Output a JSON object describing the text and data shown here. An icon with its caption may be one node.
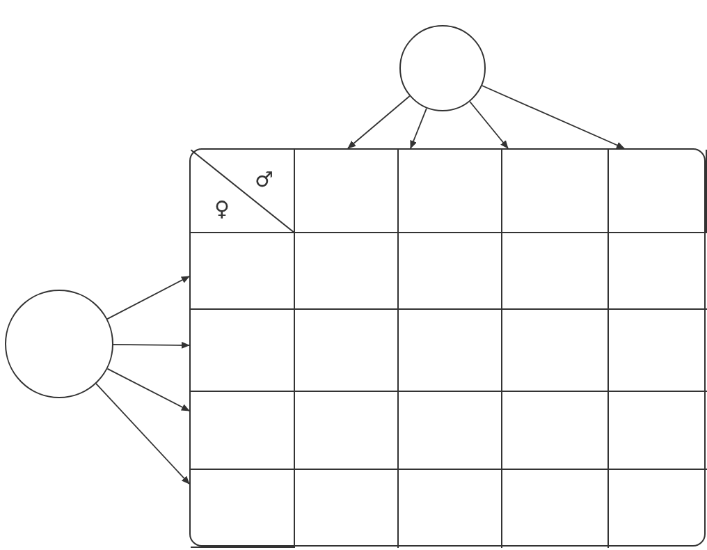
{
  "diagram": {
    "nodes": [
      {
        "text": [],
        "shape": "circle"
      },
      {
        "text": [],
        "shape": "circle"
      },
      {
        "text": [],
        "shape": "box"
      },
      {
        "text": [
          "♂",
          "♀"
        ],
        "in": 2
      },
      {
        "text": [],
        "shape": "box",
        "in": 2
      },
      {
        "text": [],
        "shape": "box",
        "in": 2
      },
      {
        "text": [],
        "shape": "box",
        "in": 2
      },
      {
        "text": [],
        "shape": "box",
        "in": 2
      },
      {
        "text": [],
        "shape": "box",
        "in": 2
      },
      {
        "text": [],
        "shape": "box",
        "in": 2
      },
      {
        "text": [],
        "shape": "box",
        "in": 2
      },
      {
        "text": [],
        "shape": "box",
        "in": 2
      }
    ],
    "edges": [
      {
        "from": 0,
        "to": 4,
        "arrow": "to"
      },
      {
        "from": 0,
        "to": 5,
        "arrow": "to"
      },
      {
        "from": 0,
        "to": 6,
        "arrow": "to"
      },
      {
        "from": 0,
        "to": 7,
        "arrow": "to"
      },
      {
        "from": 1,
        "to": 8,
        "arrow": "to"
      },
      {
        "from": 1,
        "to": 9,
        "arrow": "to"
      },
      {
        "from": 1,
        "to": 10,
        "arrow": "to"
      },
      {
        "from": 1,
        "to": 11,
        "arrow": "to"
      }
    ]
  }
}
